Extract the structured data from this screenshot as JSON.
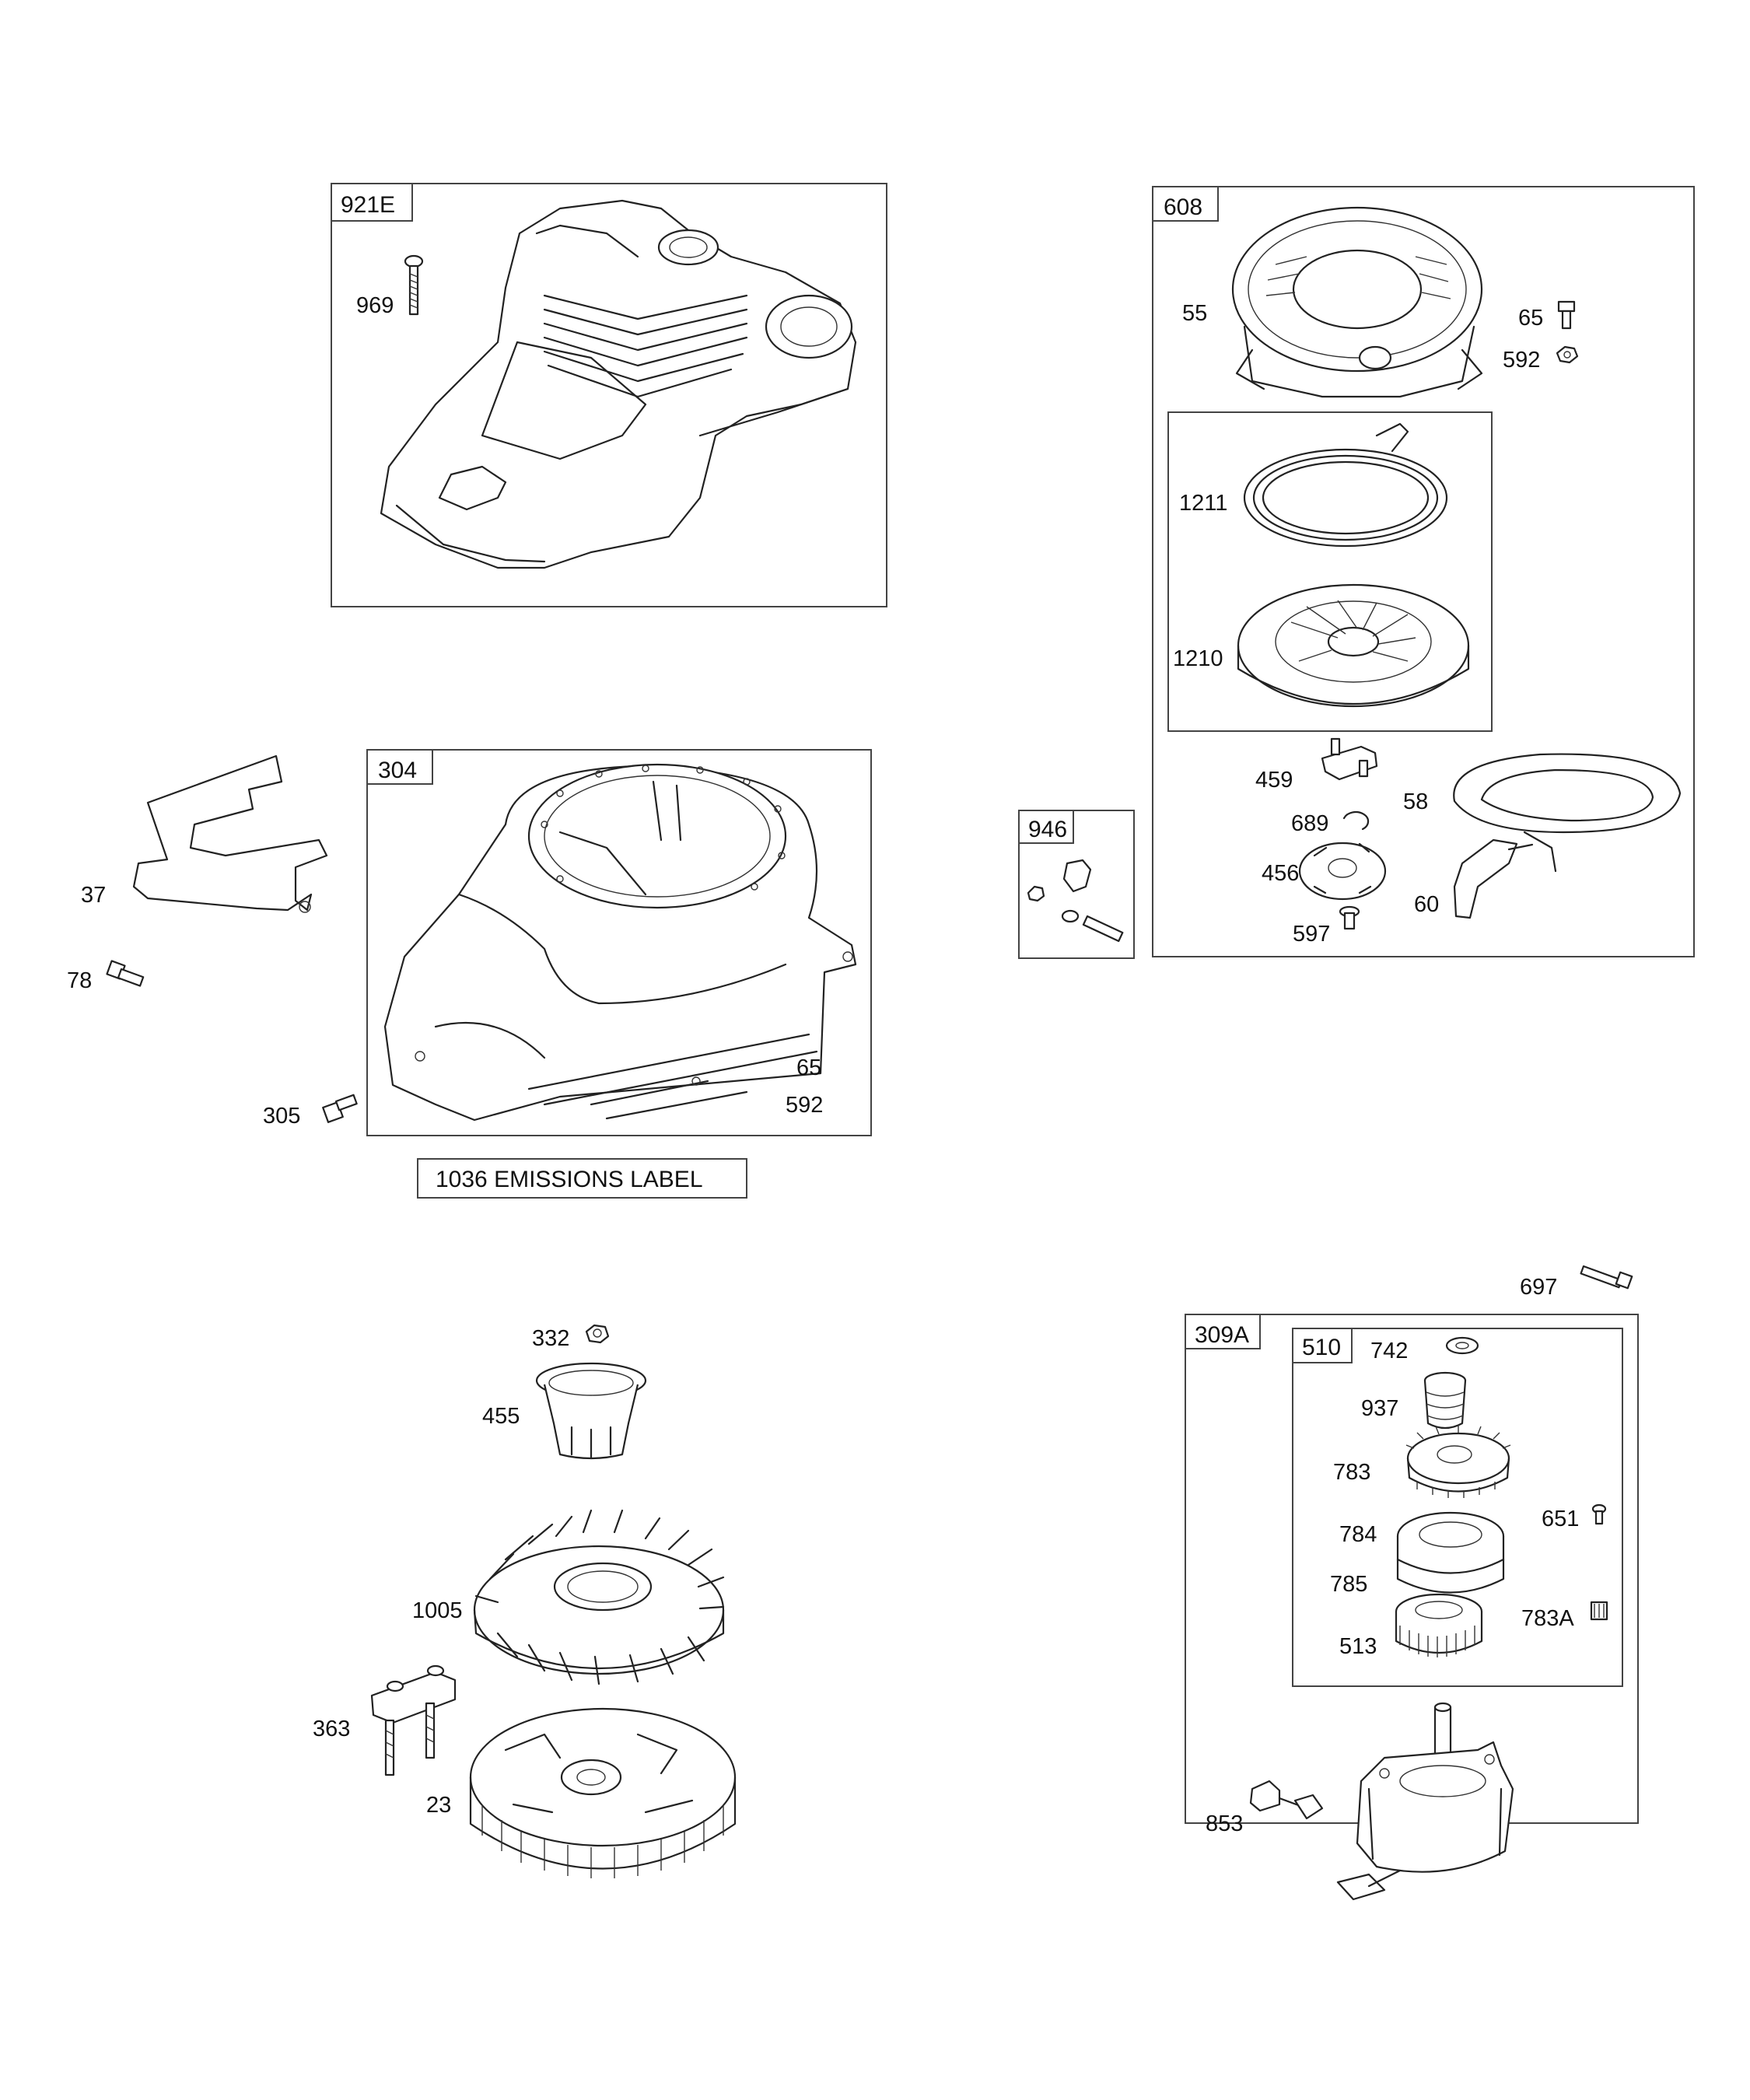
{
  "boxes": {
    "shroud_top": "921E",
    "blower_housing": "304",
    "rewind_starter": "608",
    "bracket_kit": "946",
    "starter_motor": "309A",
    "drive_kit": "510",
    "emissions_label": "1036 EMISSIONS LABEL"
  },
  "labels": {
    "l969": "969",
    "l55": "55",
    "l65a": "65",
    "l592a": "592",
    "l1211": "1211",
    "l1210": "1210",
    "l459": "459",
    "l58": "58",
    "l689": "689",
    "l456": "456",
    "l60": "60",
    "l597": "597",
    "l37": "37",
    "l78": "78",
    "l305": "305",
    "l65b": "65",
    "l592b": "592",
    "l332": "332",
    "l455": "455",
    "l1005": "1005",
    "l363": "363",
    "l23": "23",
    "l697": "697",
    "l742": "742",
    "l937": "937",
    "l783": "783",
    "l651": "651",
    "l784": "784",
    "l785": "785",
    "l783A": "783A",
    "l513": "513",
    "l853": "853"
  }
}
